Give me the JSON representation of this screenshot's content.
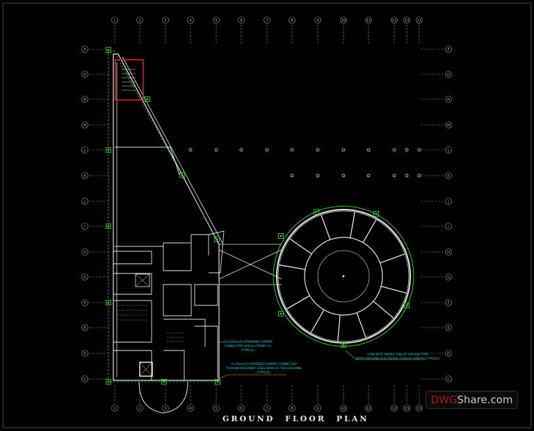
{
  "drawing": {
    "title": "GROUND FLOOR PLAN",
    "grid_columns": [
      "1",
      "2",
      "3",
      "4",
      "5",
      "6",
      "7",
      "8",
      "9",
      "10",
      "11",
      "12",
      "13",
      "13"
    ],
    "grid_rows": [
      "P",
      "O",
      "N",
      "M",
      "L",
      "K",
      "J",
      "I",
      "H",
      "G",
      "F",
      "E",
      "D",
      "C"
    ],
    "annotations": [
      {
        "lines": [
          "(1x120mm2) STRANDED COPPER",
          "CONDUCTOR 600mm FROM F.F.L",
          "(TYPICAL)"
        ]
      },
      {
        "lines": [
          "(1x70mm2) STRANDED COPPER CONNECTED",
          "TO REINFORCEMENT STEEL BARS OF THE COLUMNS",
          "(TYPICAL)"
        ]
      },
      {
        "lines": [
          "CONCRETE INSPECTION PIT SQUARE TYPE",
          "WITH EARTHING ELECTRODE 2500mm LENGTH (TYPICAL)"
        ]
      }
    ],
    "colors": {
      "background": "#000000",
      "walls": "#e6e6e6",
      "earthing": "#2ecc2e",
      "annotation": "#27d3d3",
      "highlight": "#e0203a",
      "leader": "#c8b800"
    }
  },
  "watermark": {
    "part1": "DWG",
    "part2": "Share.com"
  }
}
